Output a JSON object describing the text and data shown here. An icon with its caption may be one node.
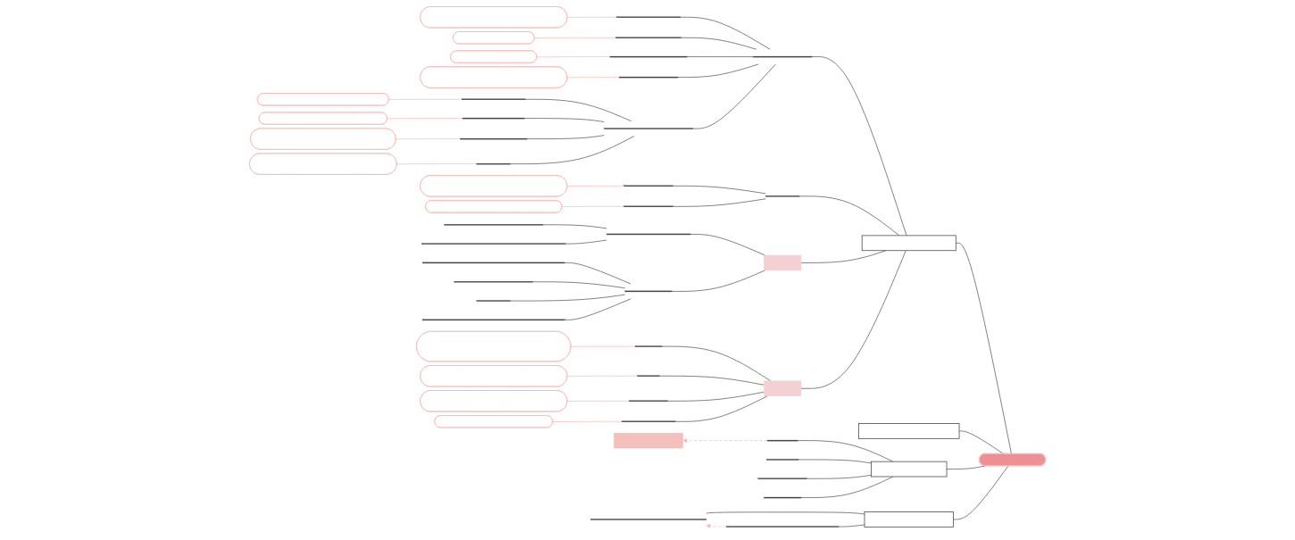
{
  "diagram": {
    "nodes": [
      {
        "text": [],
        "shape": "pill"
      },
      {
        "text": [],
        "shape": "box"
      },
      {
        "text": [],
        "shape": "line"
      },
      {
        "text": [],
        "shape": "line"
      },
      {
        "text": [],
        "shape": "pill"
      },
      {
        "text": [],
        "shape": "line"
      },
      {
        "text": [],
        "shape": "pill"
      },
      {
        "text": [],
        "shape": "line"
      },
      {
        "text": [],
        "shape": "pill"
      },
      {
        "text": [],
        "shape": "line"
      },
      {
        "text": [],
        "shape": "pill"
      },
      {
        "text": [],
        "shape": "line"
      },
      {
        "text": [],
        "shape": "line"
      },
      {
        "text": [],
        "shape": "pill"
      },
      {
        "text": [],
        "shape": "line"
      },
      {
        "text": [],
        "shape": "pill"
      },
      {
        "text": [],
        "shape": "line"
      },
      {
        "text": [],
        "shape": "pill"
      },
      {
        "text": [],
        "shape": "line"
      },
      {
        "text": [],
        "shape": "pill"
      },
      {
        "text": [],
        "shape": "line"
      },
      {
        "text": [],
        "shape": "line"
      },
      {
        "text": [],
        "shape": "pill"
      },
      {
        "text": [],
        "shape": "line"
      },
      {
        "text": [],
        "shape": "pill"
      },
      {
        "text": [],
        "shape": "box"
      },
      {
        "text": [],
        "shape": "line"
      },
      {
        "text": [],
        "shape": "line"
      },
      {
        "text": [],
        "shape": "line"
      },
      {
        "text": [],
        "shape": "line"
      },
      {
        "text": [],
        "shape": "line"
      },
      {
        "text": [],
        "shape": "line"
      },
      {
        "text": [],
        "shape": "line"
      },
      {
        "text": [],
        "shape": "line"
      },
      {
        "text": [],
        "shape": "box"
      },
      {
        "text": [],
        "shape": "line"
      },
      {
        "text": [],
        "shape": "pill"
      },
      {
        "text": [],
        "shape": "line"
      },
      {
        "text": [],
        "shape": "pill"
      },
      {
        "text": [],
        "shape": "line"
      },
      {
        "text": [],
        "shape": "pill"
      },
      {
        "text": [],
        "shape": "line"
      },
      {
        "text": [],
        "shape": "pill"
      },
      {
        "text": [],
        "shape": "box"
      },
      {
        "text": [],
        "shape": "box"
      },
      {
        "text": [],
        "shape": "line"
      },
      {
        "text": [],
        "shape": "line"
      },
      {
        "text": [],
        "shape": "line"
      },
      {
        "text": [],
        "shape": "line"
      },
      {
        "text": [],
        "shape": "box"
      },
      {
        "text": [],
        "shape": "box"
      },
      {
        "text": [],
        "shape": "line"
      },
      {
        "text": [],
        "shape": "line"
      }
    ],
    "edges": [
      {
        "from": 0,
        "to": 1,
        "arrow": "none"
      },
      {
        "from": 1,
        "to": 2,
        "arrow": "none"
      },
      {
        "from": 2,
        "to": 3,
        "arrow": "none"
      },
      {
        "from": 3,
        "to": 4,
        "arrow": "none",
        "color": "#f5b8b3"
      },
      {
        "from": 2,
        "to": 5,
        "arrow": "none"
      },
      {
        "from": 5,
        "to": 6,
        "arrow": "none",
        "color": "#f5b8b3"
      },
      {
        "from": 2,
        "to": 7,
        "arrow": "none"
      },
      {
        "from": 7,
        "to": 8,
        "arrow": "none",
        "color": "#f5b8b3"
      },
      {
        "from": 2,
        "to": 9,
        "arrow": "none"
      },
      {
        "from": 9,
        "to": 10,
        "arrow": "none",
        "color": "#f5b8b3"
      },
      {
        "from": 2,
        "to": 11,
        "arrow": "none"
      },
      {
        "from": 11,
        "to": 12,
        "arrow": "none"
      },
      {
        "from": 12,
        "to": 13,
        "arrow": "none",
        "color": "#f5b8b3"
      },
      {
        "from": 11,
        "to": 14,
        "arrow": "none"
      },
      {
        "from": 14,
        "to": 15,
        "arrow": "none",
        "color": "#f5b8b3"
      },
      {
        "from": 11,
        "to": 16,
        "arrow": "none"
      },
      {
        "from": 16,
        "to": 17,
        "arrow": "none",
        "color": "#f5b8b3"
      },
      {
        "from": 11,
        "to": 18,
        "arrow": "none"
      },
      {
        "from": 18,
        "to": 19,
        "arrow": "none",
        "color": "#f5b8b3"
      },
      {
        "from": 1,
        "to": 20,
        "arrow": "none"
      },
      {
        "from": 20,
        "to": 21,
        "arrow": "none"
      },
      {
        "from": 21,
        "to": 22,
        "arrow": "none",
        "color": "#f5b8b3"
      },
      {
        "from": 20,
        "to": 23,
        "arrow": "none"
      },
      {
        "from": 23,
        "to": 24,
        "arrow": "none",
        "color": "#f5b8b3"
      },
      {
        "from": 1,
        "to": 25,
        "arrow": "none"
      },
      {
        "from": 25,
        "to": 26,
        "arrow": "none"
      },
      {
        "from": 26,
        "to": 27,
        "arrow": "none"
      },
      {
        "from": 26,
        "to": 28,
        "arrow": "none"
      },
      {
        "from": 25,
        "to": 29,
        "arrow": "none"
      },
      {
        "from": 29,
        "to": 30,
        "arrow": "none"
      },
      {
        "from": 29,
        "to": 31,
        "arrow": "none"
      },
      {
        "from": 29,
        "to": 32,
        "arrow": "none"
      },
      {
        "from": 29,
        "to": 33,
        "arrow": "none"
      },
      {
        "from": 1,
        "to": 34,
        "arrow": "none"
      },
      {
        "from": 34,
        "to": 35,
        "arrow": "none"
      },
      {
        "from": 35,
        "to": 36,
        "arrow": "none",
        "color": "#f5b8b3"
      },
      {
        "from": 34,
        "to": 37,
        "arrow": "none"
      },
      {
        "from": 37,
        "to": 38,
        "arrow": "none",
        "color": "#f5b8b3"
      },
      {
        "from": 34,
        "to": 39,
        "arrow": "none"
      },
      {
        "from": 39,
        "to": 40,
        "arrow": "none",
        "color": "#f5b8b3"
      },
      {
        "from": 34,
        "to": 41,
        "arrow": "none"
      },
      {
        "from": 41,
        "to": 42,
        "arrow": "none",
        "color": "#f5b8b3"
      },
      {
        "from": 0,
        "to": 43,
        "arrow": "none"
      },
      {
        "from": 0,
        "to": 44,
        "arrow": "none"
      },
      {
        "from": 44,
        "to": 45,
        "arrow": "none"
      },
      {
        "from": 44,
        "to": 46,
        "arrow": "none"
      },
      {
        "from": 44,
        "to": 47,
        "arrow": "none"
      },
      {
        "from": 44,
        "to": 48,
        "arrow": "none"
      },
      {
        "from": 45,
        "to": 49,
        "arrow": "to",
        "style": "dashed",
        "color": "#f5b8b3"
      },
      {
        "from": 0,
        "to": 50,
        "arrow": "none"
      },
      {
        "from": 50,
        "to": 51,
        "arrow": "none"
      },
      {
        "from": 50,
        "to": 52,
        "arrow": "none"
      },
      {
        "from": 52,
        "to": 51,
        "arrow": "to",
        "style": "dashed",
        "color": "#f5b8b3"
      }
    ]
  }
}
